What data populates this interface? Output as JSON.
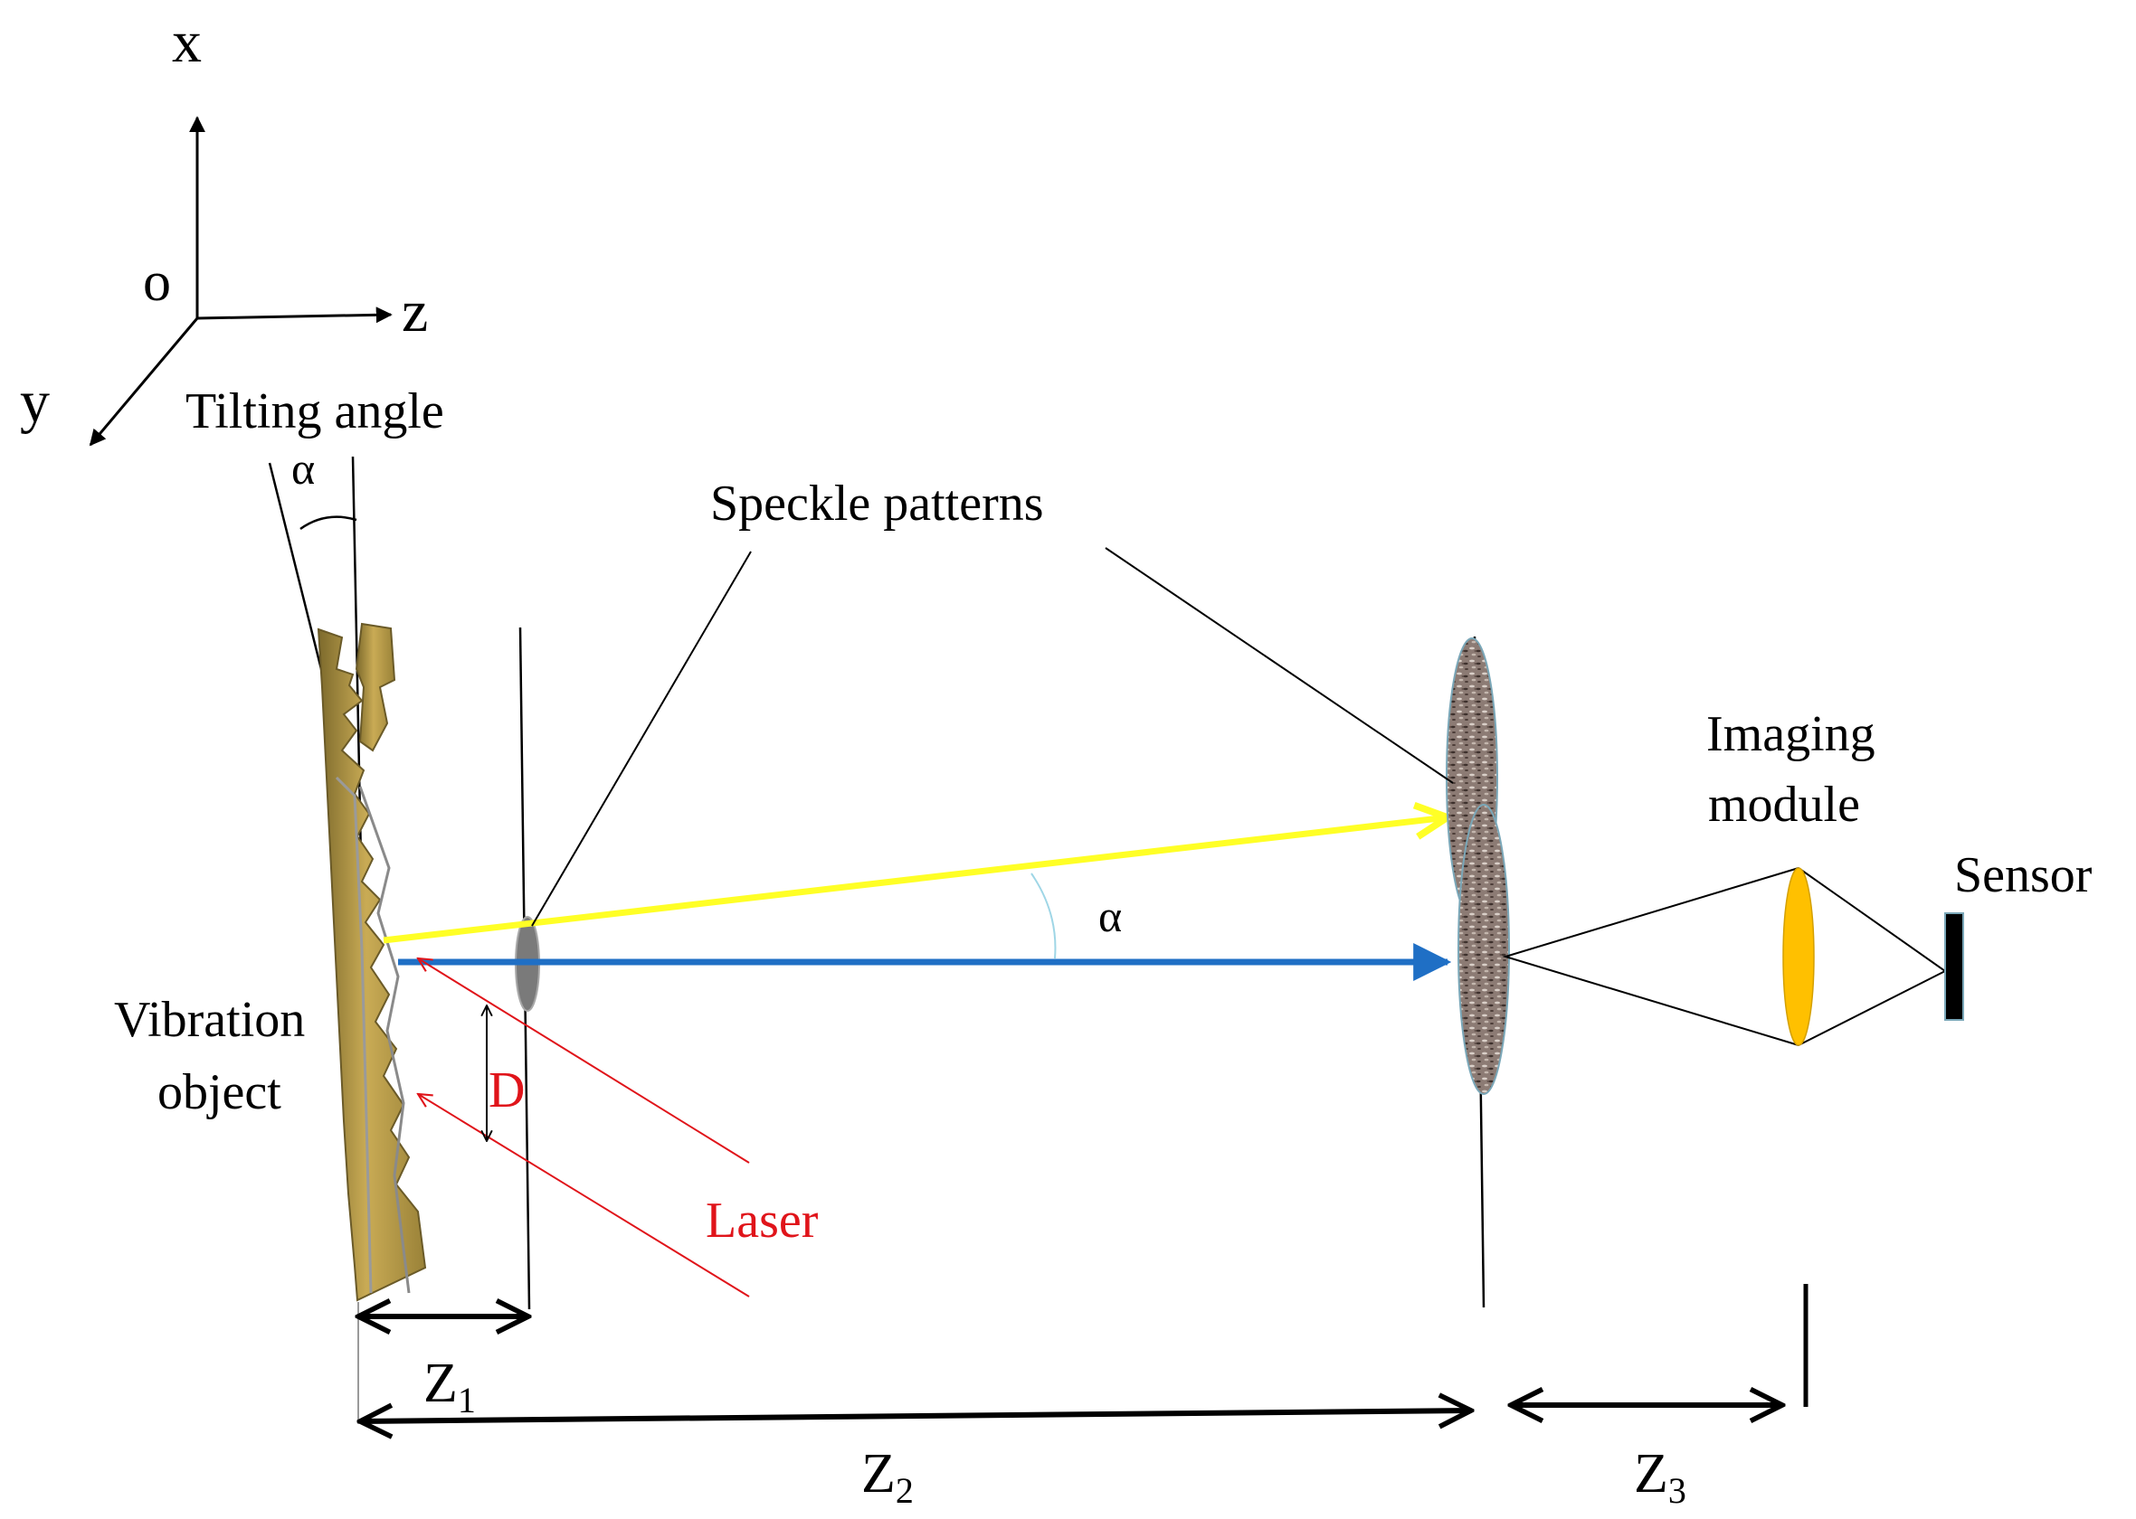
{
  "axes": {
    "x": "x",
    "y": "y",
    "z": "z",
    "origin": "o"
  },
  "labels": {
    "tilting_angle": "Tilting angle",
    "alpha_top": "α",
    "alpha_beam": "α",
    "speckle_patterns": "Speckle patterns",
    "imaging_module_line1": "Imaging",
    "imaging_module_line2": "module",
    "sensor": "Sensor",
    "vibration_object_line1": "Vibration",
    "vibration_object_line2": "object",
    "d": "D",
    "laser": "Laser"
  },
  "distances": {
    "z1": {
      "base": "Z",
      "sub": "1"
    },
    "z2": {
      "base": "Z",
      "sub": "2"
    },
    "z3": {
      "base": "Z",
      "sub": "3"
    }
  },
  "colors": {
    "reflected_beam": "#ffff26",
    "incident_beam": "#1f6fc5",
    "laser": "#e0141a",
    "object": "#b89a45",
    "lens": "#ffc000",
    "sensor": "#000000",
    "ink": "#000000"
  }
}
